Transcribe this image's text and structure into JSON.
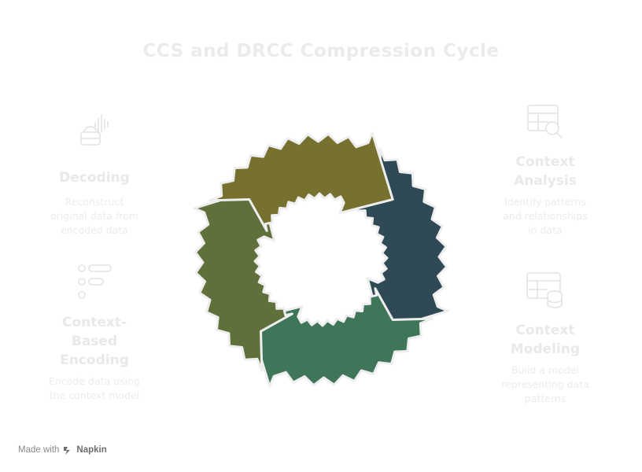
{
  "diagram": {
    "title": "CCS and DRCC Compression Cycle",
    "steps": [
      {
        "id": "analysis",
        "heading": [
          "Context",
          "Analysis"
        ],
        "description": [
          "Identify patterns",
          "and relationships",
          "in data"
        ],
        "icon": "table-search-icon",
        "color": "#2f4a55"
      },
      {
        "id": "modeling",
        "heading": [
          "Context",
          "Modeling"
        ],
        "description": [
          "Build a model",
          "representing data",
          "patterns"
        ],
        "icon": "table-database-icon",
        "color": "#3f7559"
      },
      {
        "id": "encoding",
        "heading": [
          "Context-",
          "Based",
          "Encoding"
        ],
        "description": [
          "Encode data using",
          "the context model"
        ],
        "icon": "list-toggle-icon",
        "color": "#5f703b"
      },
      {
        "id": "decoding",
        "heading": [
          "Decoding"
        ],
        "description": [
          "Reconstruct",
          "original data from",
          "encoded data"
        ],
        "icon": "audio-robot-icon",
        "color": "#76712f"
      }
    ]
  },
  "watermark": {
    "prefix": "Made with",
    "brand": "Napkin",
    "icon": "napkin-logo-icon"
  }
}
